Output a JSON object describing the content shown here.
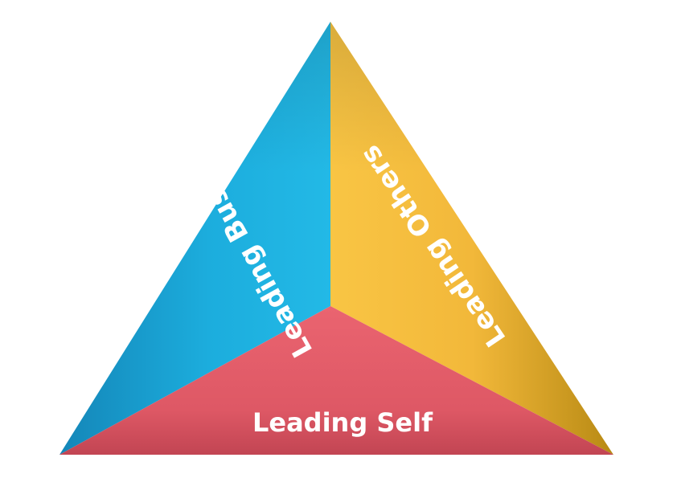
{
  "segments": {
    "left": {
      "label": "Leading Business",
      "color": "#1CB2E0"
    },
    "right": {
      "label": "Leading Others",
      "color": "#F5BE35"
    },
    "bottom": {
      "label": "Leading Self",
      "color": "#E35C69"
    }
  }
}
